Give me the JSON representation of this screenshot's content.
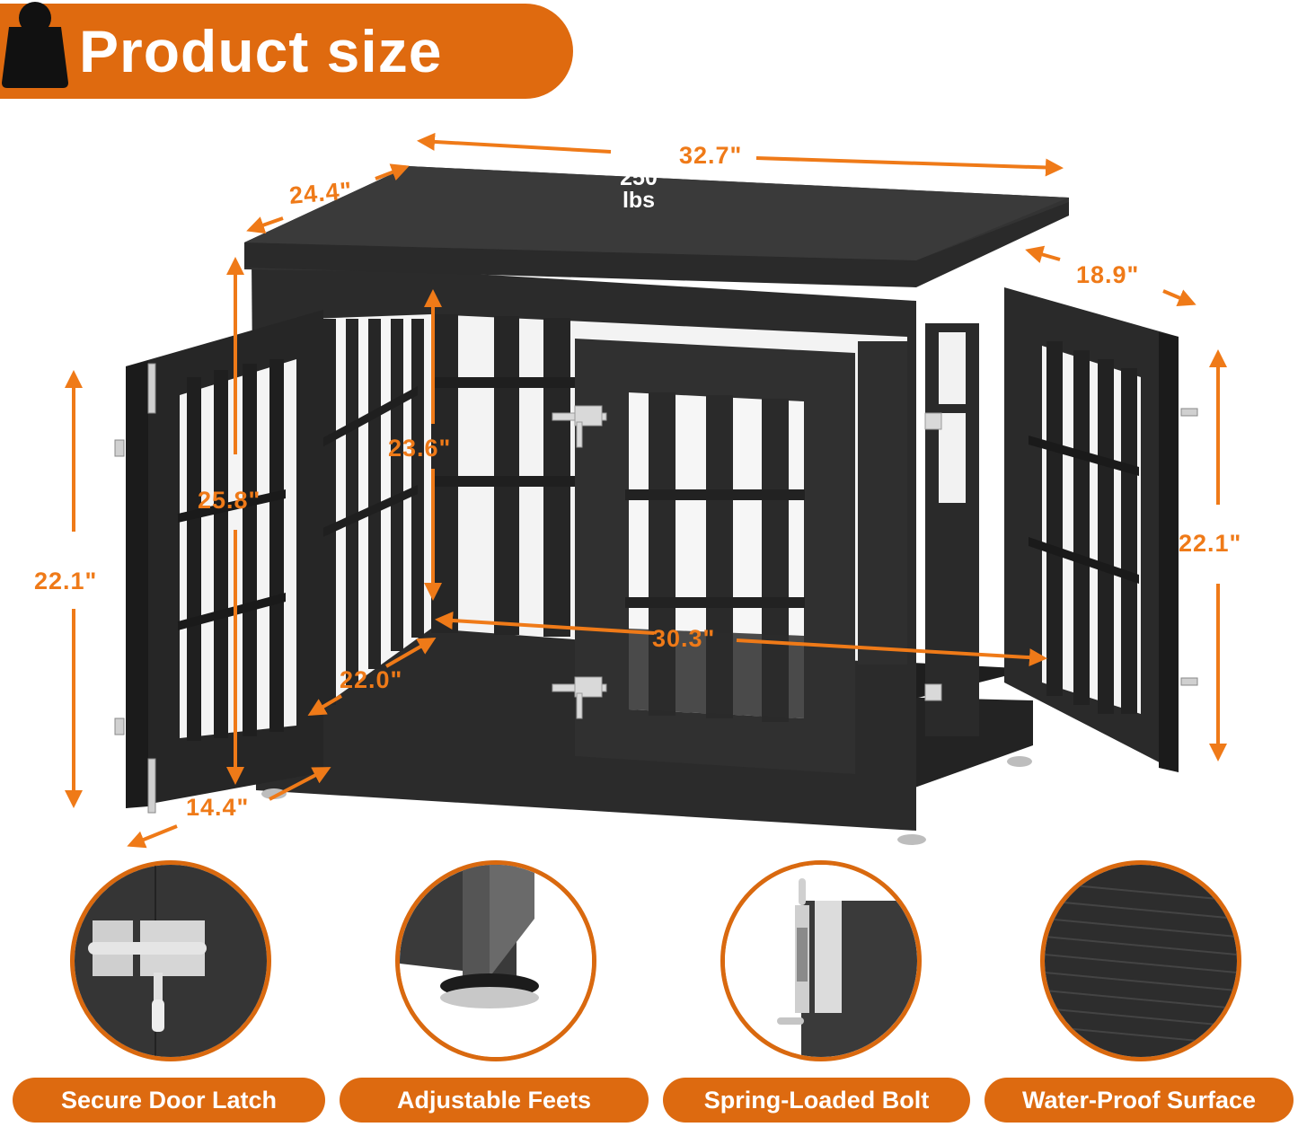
{
  "header": {
    "title": "Product size"
  },
  "weight_capacity": {
    "value": "250",
    "unit": "lbs"
  },
  "dimensions": {
    "overall_width": "32.7\"",
    "overall_depth": "24.4\"",
    "side_door_depth": "18.9\"",
    "right_door_height": "22.1\"",
    "left_door_height": "22.1\"",
    "overall_height": "25.8\"",
    "interior_height": "23.6\"",
    "interior_width": "30.3\"",
    "interior_depth": "22.0\"",
    "door_width": "14.4\""
  },
  "features": [
    {
      "label": "Secure Door Latch",
      "icon": "door-latch"
    },
    {
      "label": "Adjustable Feets",
      "icon": "adjustable-foot"
    },
    {
      "label": "Spring-Loaded Bolt",
      "icon": "spring-bolt"
    },
    {
      "label": "Water-Proof Surface",
      "icon": "textured-surface"
    }
  ],
  "colors": {
    "accent": "#df6a0f",
    "dimension_text": "#ef7a18",
    "product_body": "#2c2c2c"
  }
}
